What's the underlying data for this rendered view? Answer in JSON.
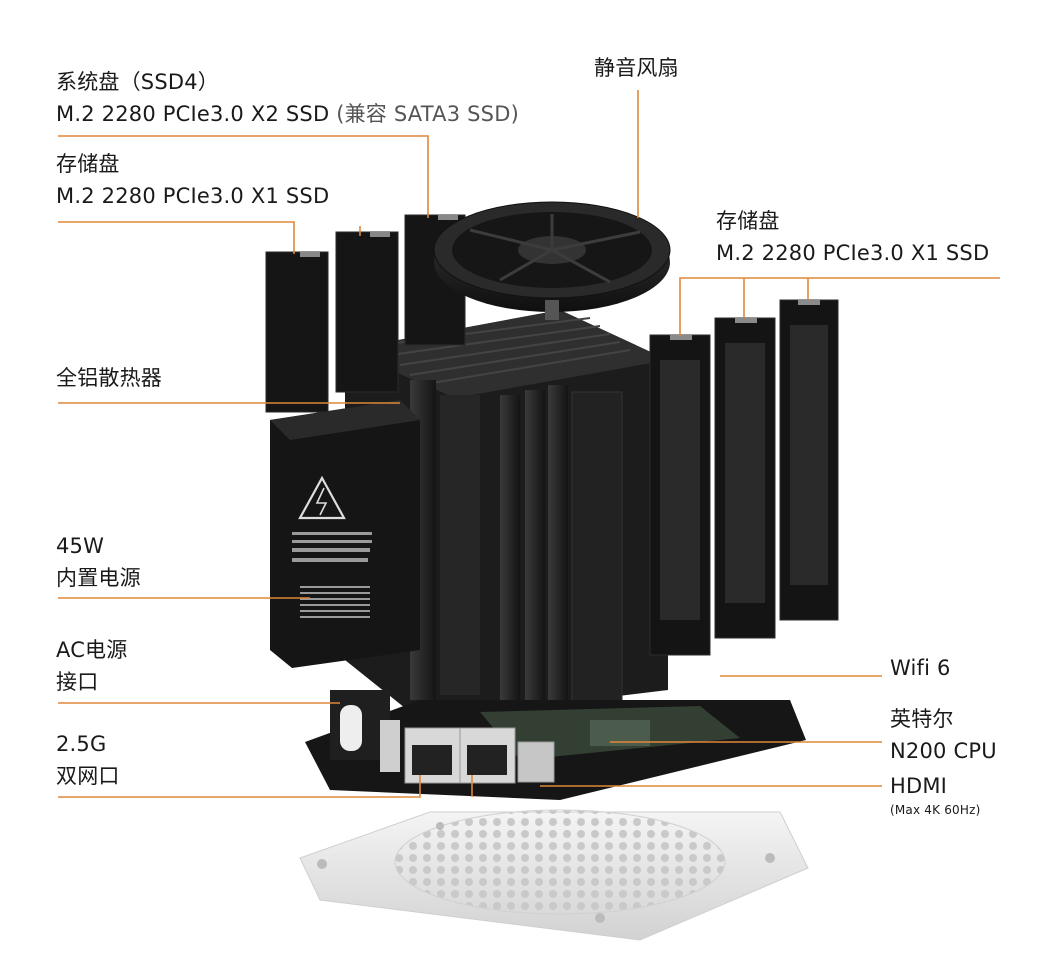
{
  "colors": {
    "leader": "#e0873a",
    "metal": "#1e1e1e",
    "fin": "#2b2b2b",
    "base": "#e6e6e6"
  },
  "labels": {
    "ssd4_title": "系统盘（SSD4）",
    "ssd4_spec": "M.2 2280 PCIe3.0 X2 SSD",
    "ssd4_note": "(兼容 SATA3 SSD)",
    "left_storage_title": "存储盘",
    "left_storage_spec": "M.2 2280 PCIe3.0 X1 SSD",
    "fan": "静音风扇",
    "right_storage_title": "存储盘",
    "right_storage_spec": "M.2 2280 PCIe3.0 X1 SSD",
    "heatsink": "全铝散热器",
    "psu_line1": "45W",
    "psu_line2": "内置电源",
    "ac_line1": "AC电源",
    "ac_line2": "接口",
    "lan_line1": "2.5G",
    "lan_line2": "双网口",
    "wifi": "Wifi 6",
    "cpu_line1": "英特尔",
    "cpu_line2": "N200 CPU",
    "hdmi": "HDMI",
    "hdmi_note": "(Max 4K 60Hz)"
  }
}
